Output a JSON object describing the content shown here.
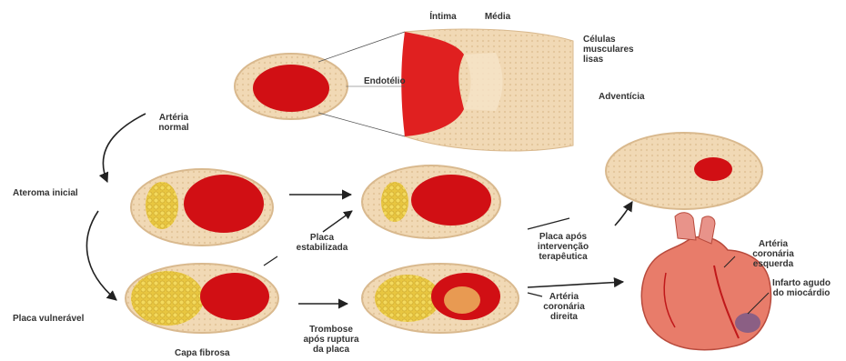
{
  "labels": {
    "intima": "Íntima",
    "media": "Média",
    "celulas": "Células\nmusculares\nlisas",
    "endotelio": "Endotélio",
    "adventicia": "Adventícia",
    "arteria_normal": "Artéria\nnormal",
    "ateroma_inicial": "Ateroma inicial",
    "placa_estabilizada": "Placa\nestabilizada",
    "placa_apos": "Placa após\nintervenção\nterapêutica",
    "arteria_coronaria_esquerda": "Artéria\ncoronária\nesquerda",
    "infarto": "Infarto agudo\ndo miocárdio",
    "arteria_coronaria_direita": "Artéria\ncoronária\ndireita",
    "placa_vulneravel": "Placa vulnerável",
    "trombose": "Trombose\napós ruptura\nda placa",
    "capa_fibrosa": "Capa fibrosa"
  },
  "colors": {
    "lumen": "#d10f14",
    "vessel_wall": "#f1d9b5",
    "vessel_outline": "#d9b98e",
    "plaque": "#e6c23a",
    "intima_red": "#e02020",
    "arrow": "#222222",
    "heart": "#e87c6a"
  }
}
